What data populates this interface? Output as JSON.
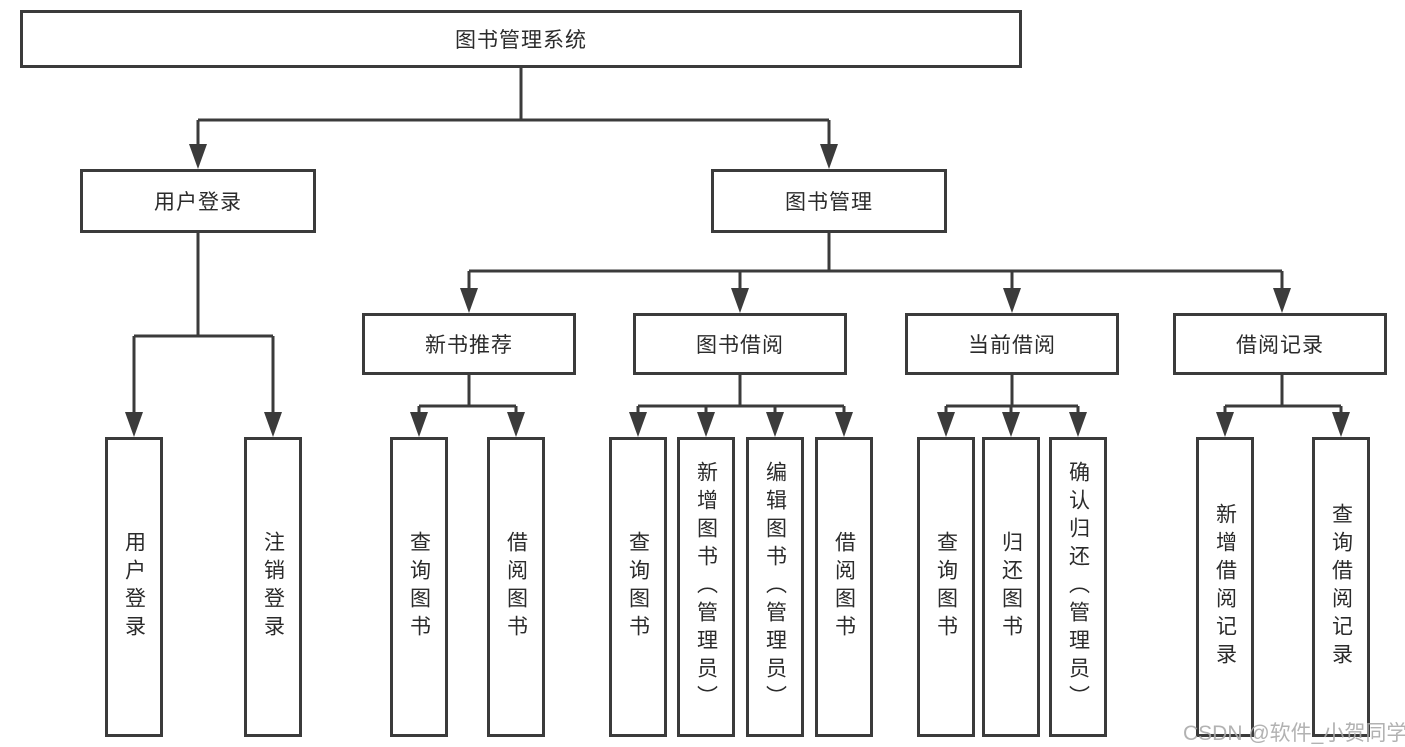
{
  "tree": {
    "root": {
      "label": "图书管理系统"
    },
    "branches": [
      {
        "label": "用户登录",
        "children": [
          {
            "label": "用户登录"
          },
          {
            "label": "注销登录"
          }
        ]
      },
      {
        "label": "图书管理",
        "children": [
          {
            "label": "新书推荐",
            "children": [
              {
                "label": "查询图书"
              },
              {
                "label": "借阅图书"
              }
            ]
          },
          {
            "label": "图书借阅",
            "children": [
              {
                "label": "查询图书"
              },
              {
                "label": "新增图书（管理员）"
              },
              {
                "label": "编辑图书（管理员）"
              },
              {
                "label": "借阅图书"
              }
            ]
          },
          {
            "label": "当前借阅",
            "children": [
              {
                "label": "查询图书"
              },
              {
                "label": "归还图书"
              },
              {
                "label": "确认归还（管理员）"
              }
            ]
          },
          {
            "label": "借阅记录",
            "children": [
              {
                "label": "新增借阅记录"
              },
              {
                "label": "查询借阅记录"
              }
            ]
          }
        ]
      }
    ]
  },
  "watermark": {
    "text": "CSDN @软件_小贺同学"
  },
  "colors": {
    "line": "#3b3b3b",
    "text": "#2b2b2b",
    "watermark": "#aaaaaa",
    "background": "#ffffff"
  }
}
